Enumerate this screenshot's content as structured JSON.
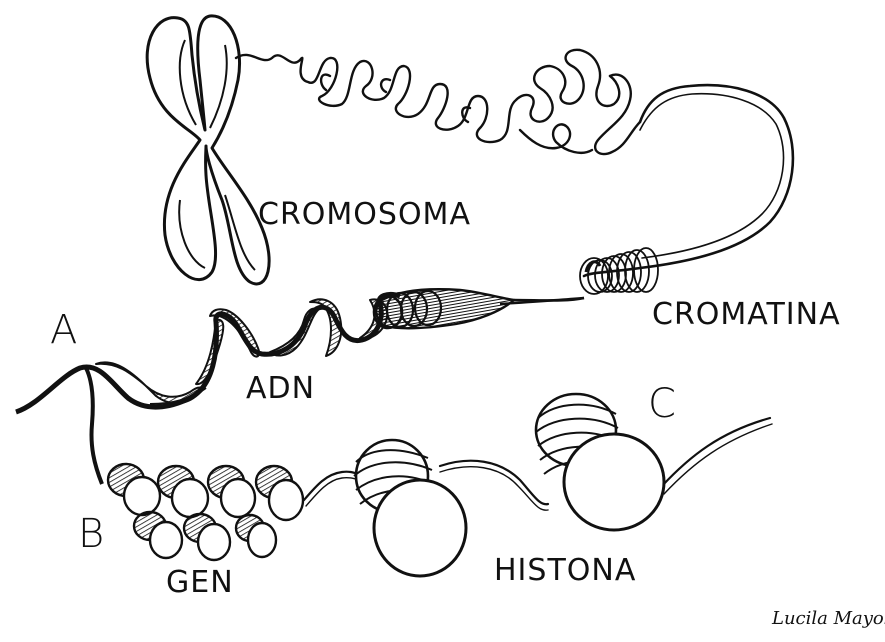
{
  "labels": {
    "chromosome": "Cromosoma",
    "chromatin": "Cromatina",
    "dna": "ADN",
    "gene": "Gen",
    "histone": "Histona",
    "a": "A",
    "b": "B",
    "c": "C"
  },
  "signature": "Lucila Mayol",
  "colors": {
    "ink": "#111111",
    "paper": "#ffffff"
  }
}
